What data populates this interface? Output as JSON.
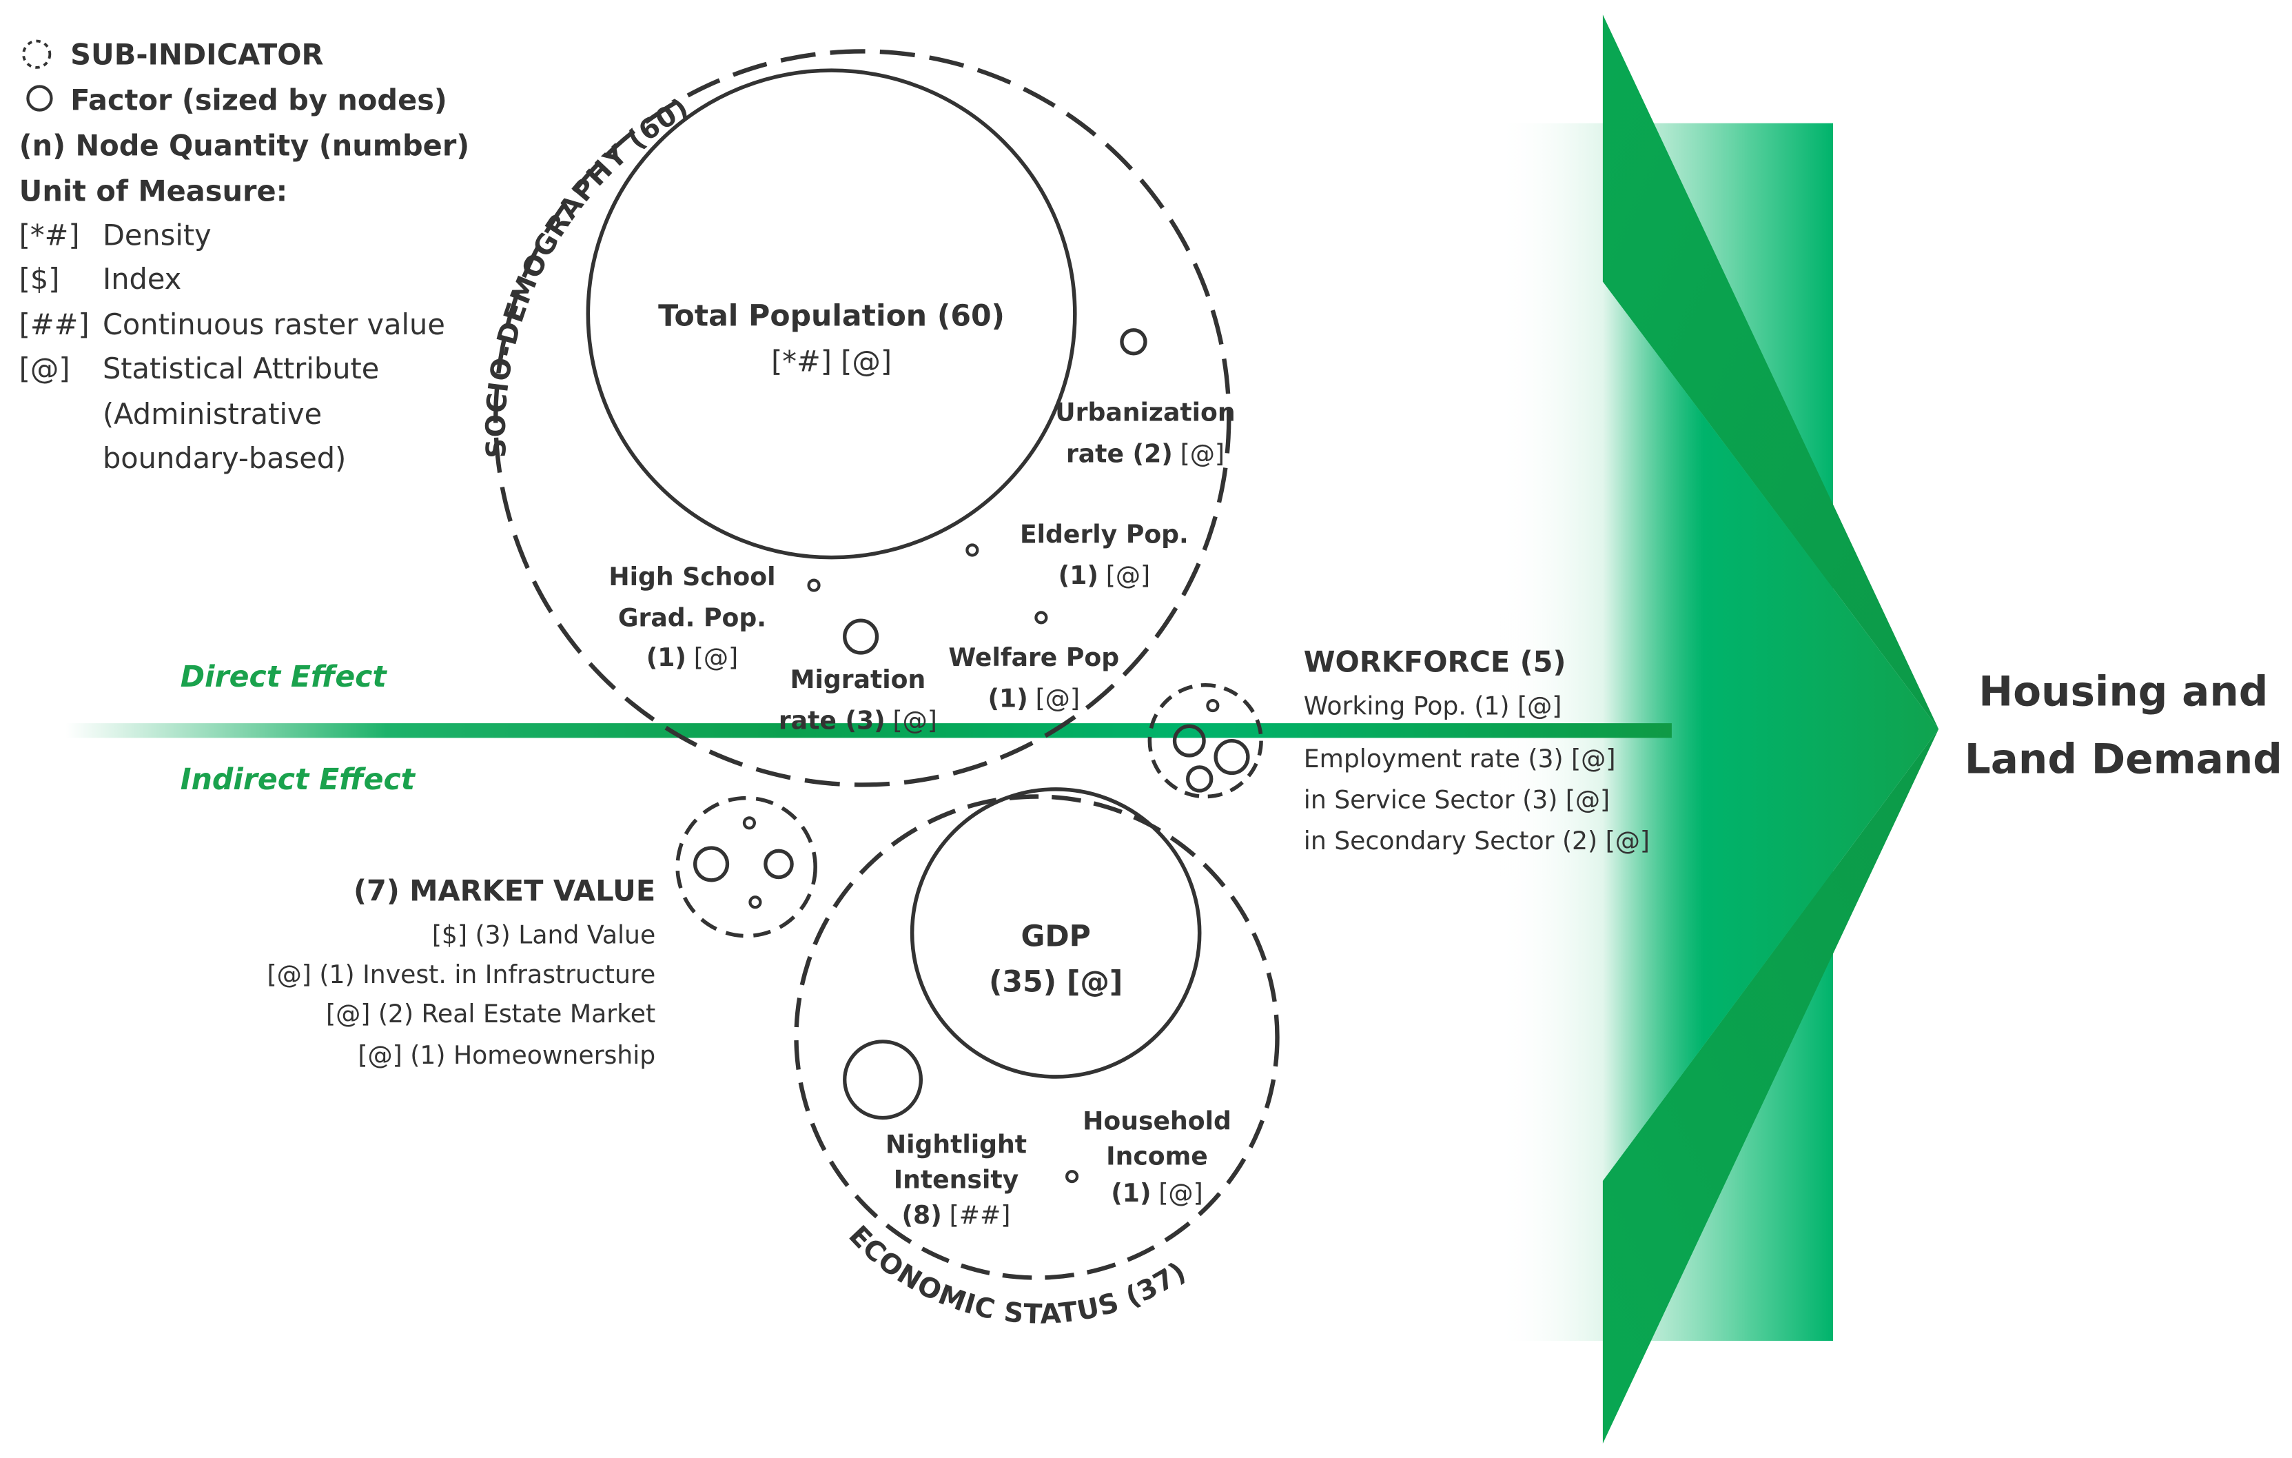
{
  "legend": {
    "sub_indicator": "SUB-INDICATOR",
    "factor": "Factor (sized by nodes)",
    "node_quantity": "(n) Node Quantity (number)",
    "unit_of_measure": "Unit of Measure:",
    "units": [
      {
        "symbol": "[*#]",
        "label": "Density"
      },
      {
        "symbol": "[$]",
        "label": "Index"
      },
      {
        "symbol": "[##]",
        "label": "Continuous raster value"
      },
      {
        "symbol": "[@]",
        "label": "Statistical Attribute"
      }
    ],
    "statistical_attribute_cont1": "(Administrative",
    "statistical_attribute_cont2": "boundary-based)"
  },
  "socio_demography": {
    "title": "SOCIO-DEMOGRAPHY (60)",
    "total_population_l1": "Total Population (60)",
    "total_population_l2": "[*#] [@]",
    "urbanization_l1": "Urbanization",
    "urbanization_l2a": "rate (2)",
    "urbanization_l2b": "[@]",
    "elderly_l1": "Elderly Pop.",
    "elderly_l2a": "(1)",
    "elderly_l2b": "[@]",
    "highschool_l1": "High School",
    "highschool_l2": "Grad. Pop.",
    "highschool_l3a": "(1)",
    "highschool_l3b": "[@]",
    "welfare_l1": "Welfare Pop",
    "welfare_l2a": "(1)",
    "welfare_l2b": "[@]",
    "migration_l1": "Migration",
    "migration_l2a": "rate (3)",
    "migration_l2b": "[@]"
  },
  "effects": {
    "direct": "Direct Effect",
    "indirect": "Indirect Effect"
  },
  "workforce": {
    "title": "WORKFORCE (5)",
    "lines": [
      "Working Pop. (1) [@]",
      "Employment rate (3) [@]",
      "in Service Sector (3) [@]",
      "in Secondary Sector (2) [@]"
    ]
  },
  "market_value": {
    "title": "(7) MARKET VALUE",
    "lines": [
      "[$] (3) Land Value",
      "[@] (1) Invest. in Infrastructure",
      "[@] (2) Real Estate Market",
      "[@] (1) Homeownership"
    ]
  },
  "economic_status": {
    "title": "ECONOMIC STATUS (37)",
    "gdp_l1": "GDP",
    "gdp_l2": "(35) [@]",
    "nightlight_l1": "Nightlight",
    "nightlight_l2": "Intensity",
    "nightlight_l3a": "(8)",
    "nightlight_l3b": "[##]",
    "household_l1": "Household",
    "household_l2": "Income",
    "household_l3a": "(1)",
    "household_l3b": "[@]"
  },
  "outcome": {
    "line1": "Housing and",
    "line2": "Land Demand"
  },
  "colors": {
    "green_dark": "#0f9a45",
    "green_mid": "#00b36b",
    "green_light": "#22c28a",
    "text": "#333333",
    "effect_text": "#1aa24d"
  }
}
